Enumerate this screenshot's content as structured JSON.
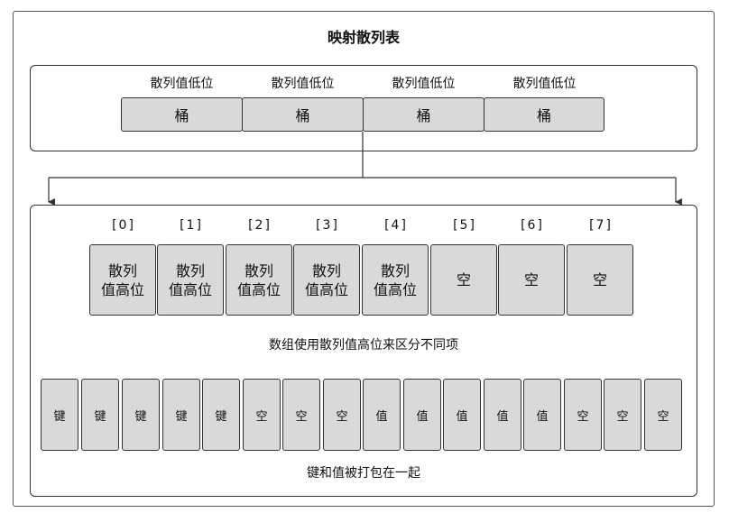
{
  "title": "映射散列表",
  "bucket_caption": "散列值低位",
  "buckets": [
    "桶",
    "桶",
    "桶",
    "桶"
  ],
  "indices": [
    "[0]",
    "[1]",
    "[2]",
    "[3]",
    "[4]",
    "[5]",
    "[6]",
    "[7]"
  ],
  "hash_cells": [
    {
      "line1": "散列",
      "line2": "值高位"
    },
    {
      "line1": "散列",
      "line2": "值高位"
    },
    {
      "line1": "散列",
      "line2": "值高位"
    },
    {
      "line1": "散列",
      "line2": "值高位"
    },
    {
      "line1": "散列",
      "line2": "值高位"
    },
    {
      "line1": "空",
      "line2": ""
    },
    {
      "line1": "空",
      "line2": ""
    },
    {
      "line1": "空",
      "line2": ""
    }
  ],
  "array_note": "数组使用散列值高位来区分不同项",
  "kv_cells": [
    "键",
    "键",
    "键",
    "键",
    "键",
    "空",
    "空",
    "空",
    "值",
    "值",
    "值",
    "值",
    "值",
    "空",
    "空",
    "空"
  ],
  "kv_note": "键和值被打包在一起",
  "colors": {
    "cell_fill": "#d9d9d9",
    "border": "#333333"
  }
}
